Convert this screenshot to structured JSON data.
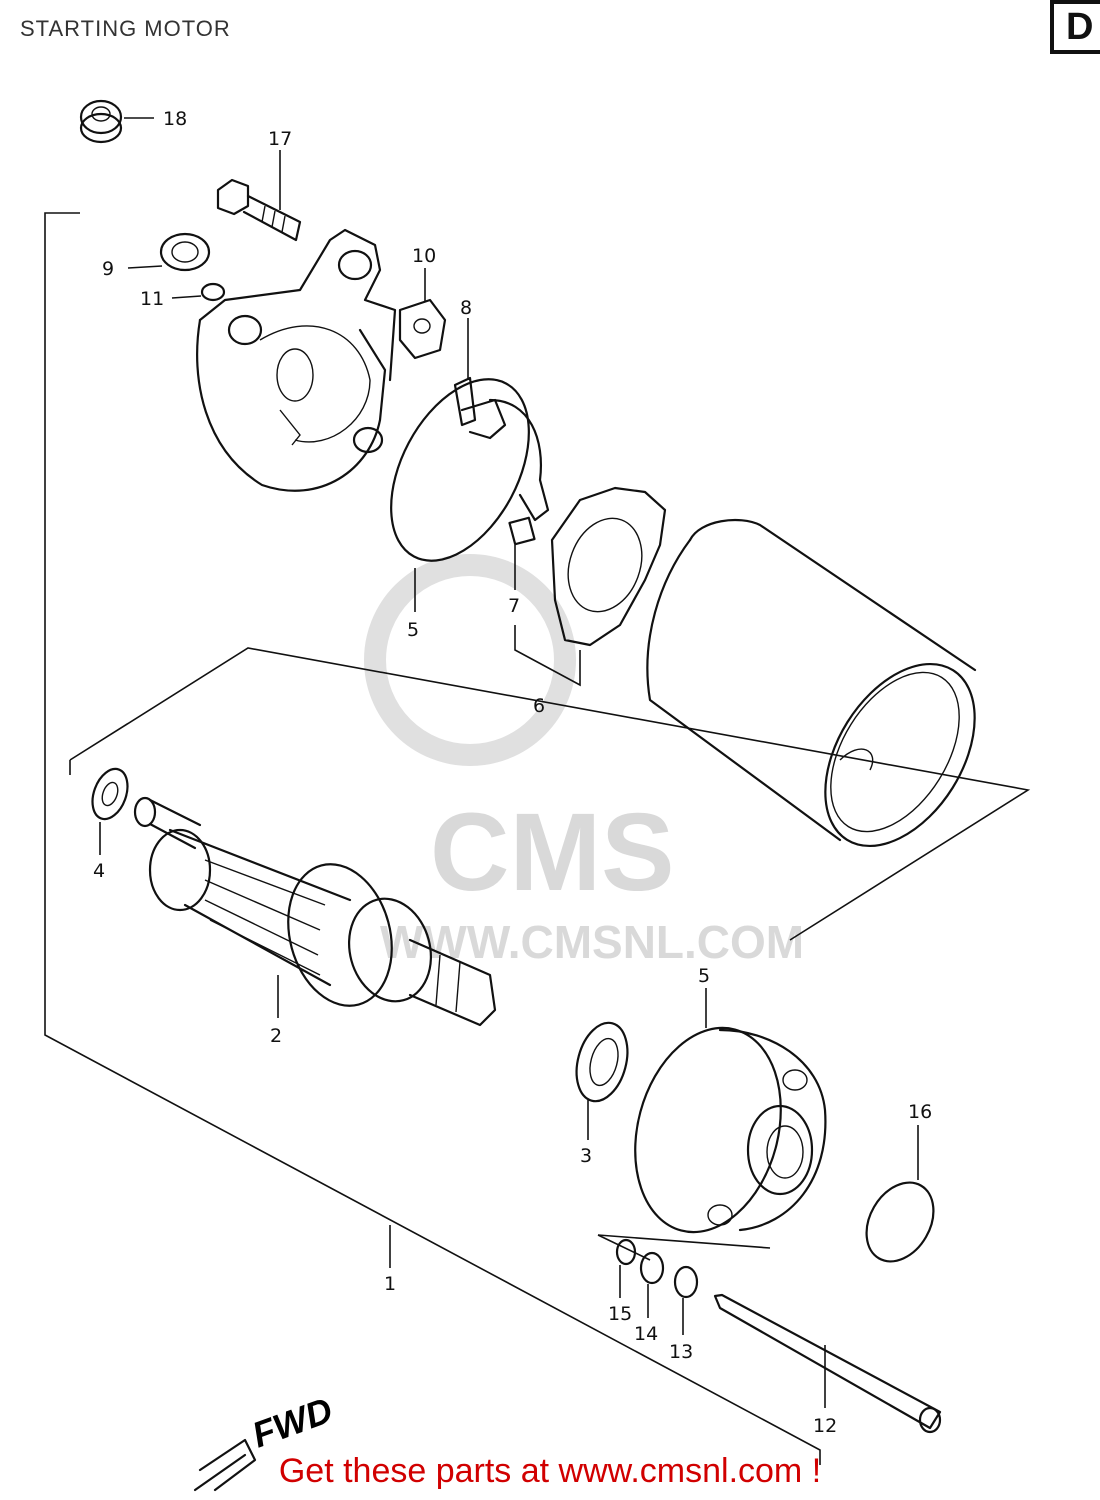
{
  "header": {
    "title": "STARTING MOTOR",
    "section_code": "D"
  },
  "watermark": {
    "logo_text": "CMS",
    "url_text": "WWW.CMSNL.COM"
  },
  "fwd_label": "FWD",
  "callouts": {
    "p1": "1",
    "p2": "2",
    "p3": "3",
    "p4": "4",
    "p5a": "5",
    "p5b": "5",
    "p6": "6",
    "p7": "7",
    "p8": "8",
    "p9": "9",
    "p10": "10",
    "p11": "11",
    "p12": "12",
    "p13": "13",
    "p14": "14",
    "p15": "15",
    "p16": "16",
    "p17": "17",
    "p18": "18"
  },
  "footer": {
    "text": "Get these parts at www.cmsnl.com !",
    "color": "#d10000"
  }
}
